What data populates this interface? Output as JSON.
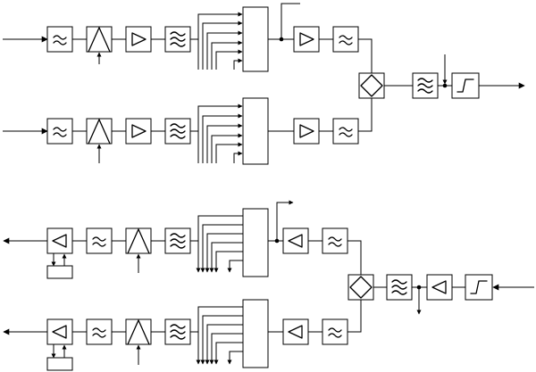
{
  "diagram": {
    "description": "",
    "colors": {
      "stroke": "#000000",
      "background": "#ffffff"
    },
    "chains": [
      {
        "id": "rx-upper",
        "blocks": [
          "lowpass-filter",
          "mixer",
          "amplifier",
          "bandpass-filter",
          "switch-matrix",
          "amplifier",
          "lowpass-filter"
        ]
      },
      {
        "id": "rx-lower",
        "blocks": [
          "lowpass-filter",
          "mixer",
          "amplifier",
          "bandpass-filter",
          "switch-matrix",
          "amplifier",
          "lowpass-filter"
        ]
      },
      {
        "id": "rx-output",
        "blocks": [
          "hybrid-combiner",
          "bandpass-filter",
          "limiter"
        ]
      },
      {
        "id": "tx-upper",
        "blocks": [
          "amplifier",
          "lowpass-filter",
          "mixer",
          "bandpass-filter",
          "switch-matrix",
          "amplifier",
          "lowpass-filter"
        ]
      },
      {
        "id": "tx-lower",
        "blocks": [
          "amplifier",
          "lowpass-filter",
          "mixer",
          "bandpass-filter",
          "switch-matrix",
          "amplifier",
          "lowpass-filter"
        ]
      },
      {
        "id": "tx-input",
        "blocks": [
          "hybrid-divider",
          "bandpass-filter",
          "amplifier",
          "limiter"
        ]
      }
    ]
  }
}
